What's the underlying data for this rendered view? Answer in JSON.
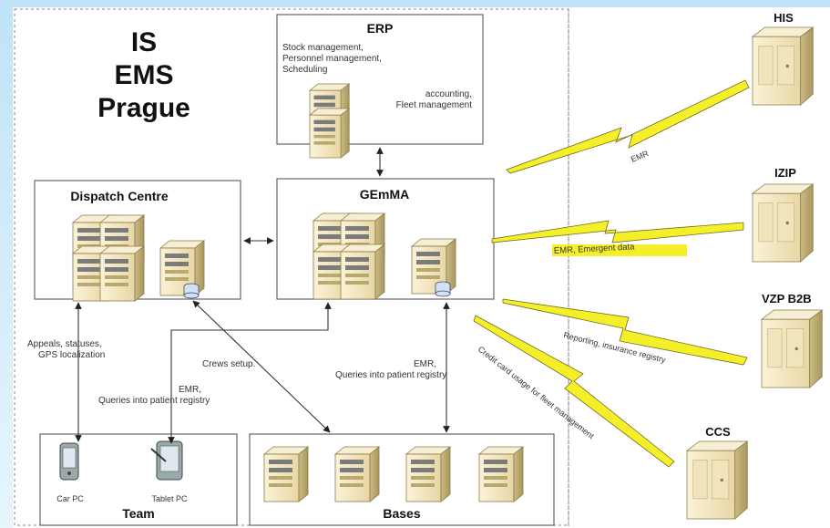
{
  "diagram": {
    "title_lines": [
      "IS",
      "EMS",
      "Prague"
    ],
    "erp": {
      "title": "ERP",
      "lines": [
        "Stock management,",
        "Personnel management,",
        "Scheduling"
      ],
      "side_lines": [
        "accounting,",
        "Fleet management"
      ]
    },
    "dispatch": {
      "title": "Dispatch Centre"
    },
    "gemma": {
      "title": "GEmMA"
    },
    "team": {
      "title": "Team",
      "car": "Car PC",
      "tablet": "Tablet PC"
    },
    "bases": {
      "title": "Bases"
    },
    "external": {
      "his": "HIS",
      "izip": "IZIP",
      "vzp": "VZP B2B",
      "ccs": "CCS"
    },
    "links": {
      "appeals": [
        "Appeals, statuses,",
        "GPS localization"
      ],
      "emr_team": [
        "EMR,",
        "Queries into patient registry"
      ],
      "crews": "Crews setup.",
      "emr_bases": [
        "EMR,",
        "Queries into patient registry"
      ],
      "emr_his": "EMR",
      "emr_izip": "EMR, Emergent data",
      "reporting": "Reporting, insurance registry",
      "credit": "Credit card usage for fleet management"
    },
    "colors": {
      "bolt": "#f5ef2a",
      "highlight": "#f5ef2a"
    }
  }
}
